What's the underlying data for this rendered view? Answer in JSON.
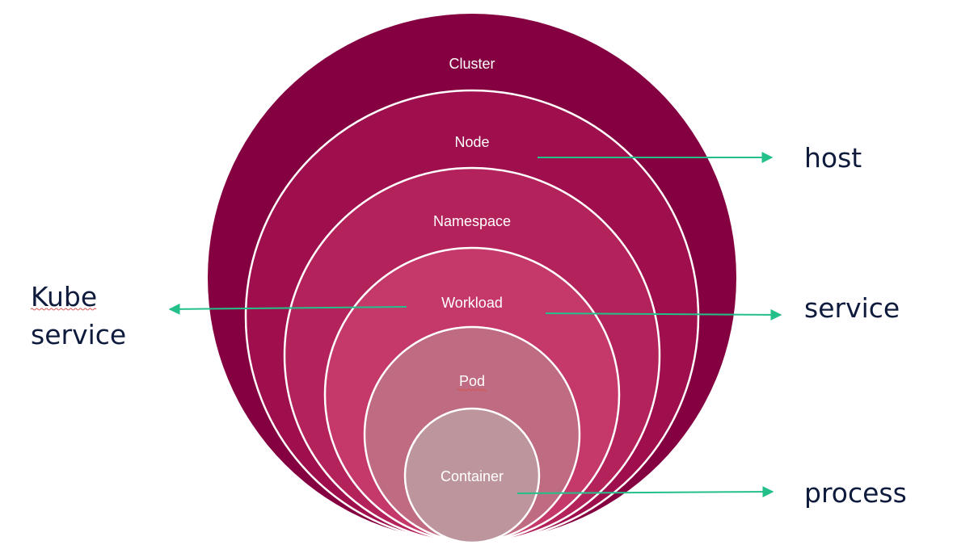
{
  "diagram": {
    "rings": [
      {
        "label": "Cluster",
        "color": "#850040"
      },
      {
        "label": "Node",
        "color": "#9f0f4d"
      },
      {
        "label": "Namespace",
        "color": "#b3225b"
      },
      {
        "label": "Workload",
        "color": "#c4386a"
      },
      {
        "label": "Pod",
        "color": "#bf6b81"
      },
      {
        "label": "Container",
        "color": "#bd959d"
      }
    ],
    "ring_border_color": "#ffffff",
    "arrow_color": "#24c08a",
    "text_color": "#0e1b3d",
    "mappings": {
      "host": "host",
      "service": "service",
      "process": "process",
      "kube_line1": "Kube",
      "kube_line2": "service"
    }
  }
}
